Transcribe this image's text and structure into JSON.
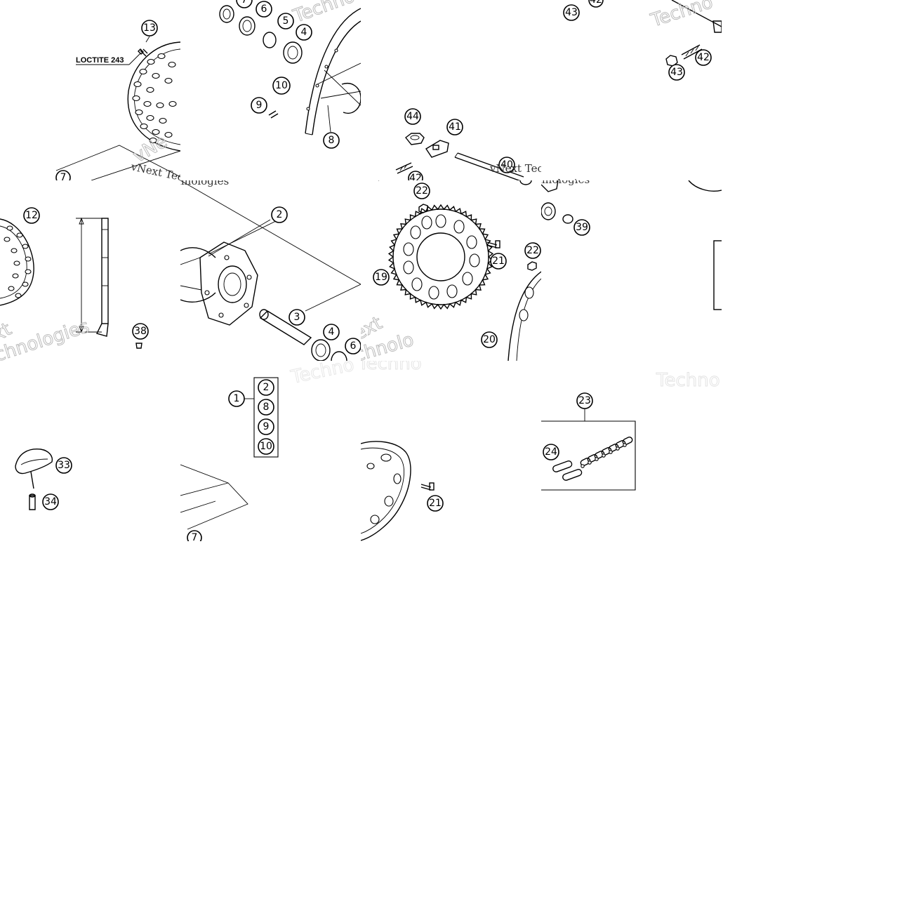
{
  "watermark": {
    "brand": "vNext",
    "word1": "Techno",
    "word2": "Technologies",
    "frag_next": "vNext Tec",
    "frag_hnologies": "hnologies",
    "frag_xt": "xt",
    "frag_ext": "ext",
    "frag_chnologies": "chnologies",
    "frag_chnolo": "chnolo",
    "frag_vne": "vNe"
  },
  "annotations": {
    "loctite": "LOCTITE 243"
  },
  "callouts": {
    "c1": "1",
    "c2": "2",
    "c3": "3",
    "c4": "4",
    "c5": "5",
    "c6": "6",
    "c7": "7",
    "c8": "8",
    "c9": "9",
    "c10": "10",
    "c12": "12",
    "c13": "13",
    "c19": "19",
    "c20": "20",
    "c21": "21",
    "c22": "22",
    "c23": "23",
    "c24": "24",
    "c33": "33",
    "c34": "34",
    "c38": "38",
    "c39": "39",
    "c40": "40",
    "c41": "41",
    "c42": "42",
    "c43": "43",
    "c44": "44"
  },
  "kit_group": {
    "label": "1",
    "items": [
      "2",
      "8",
      "9",
      "10"
    ]
  }
}
